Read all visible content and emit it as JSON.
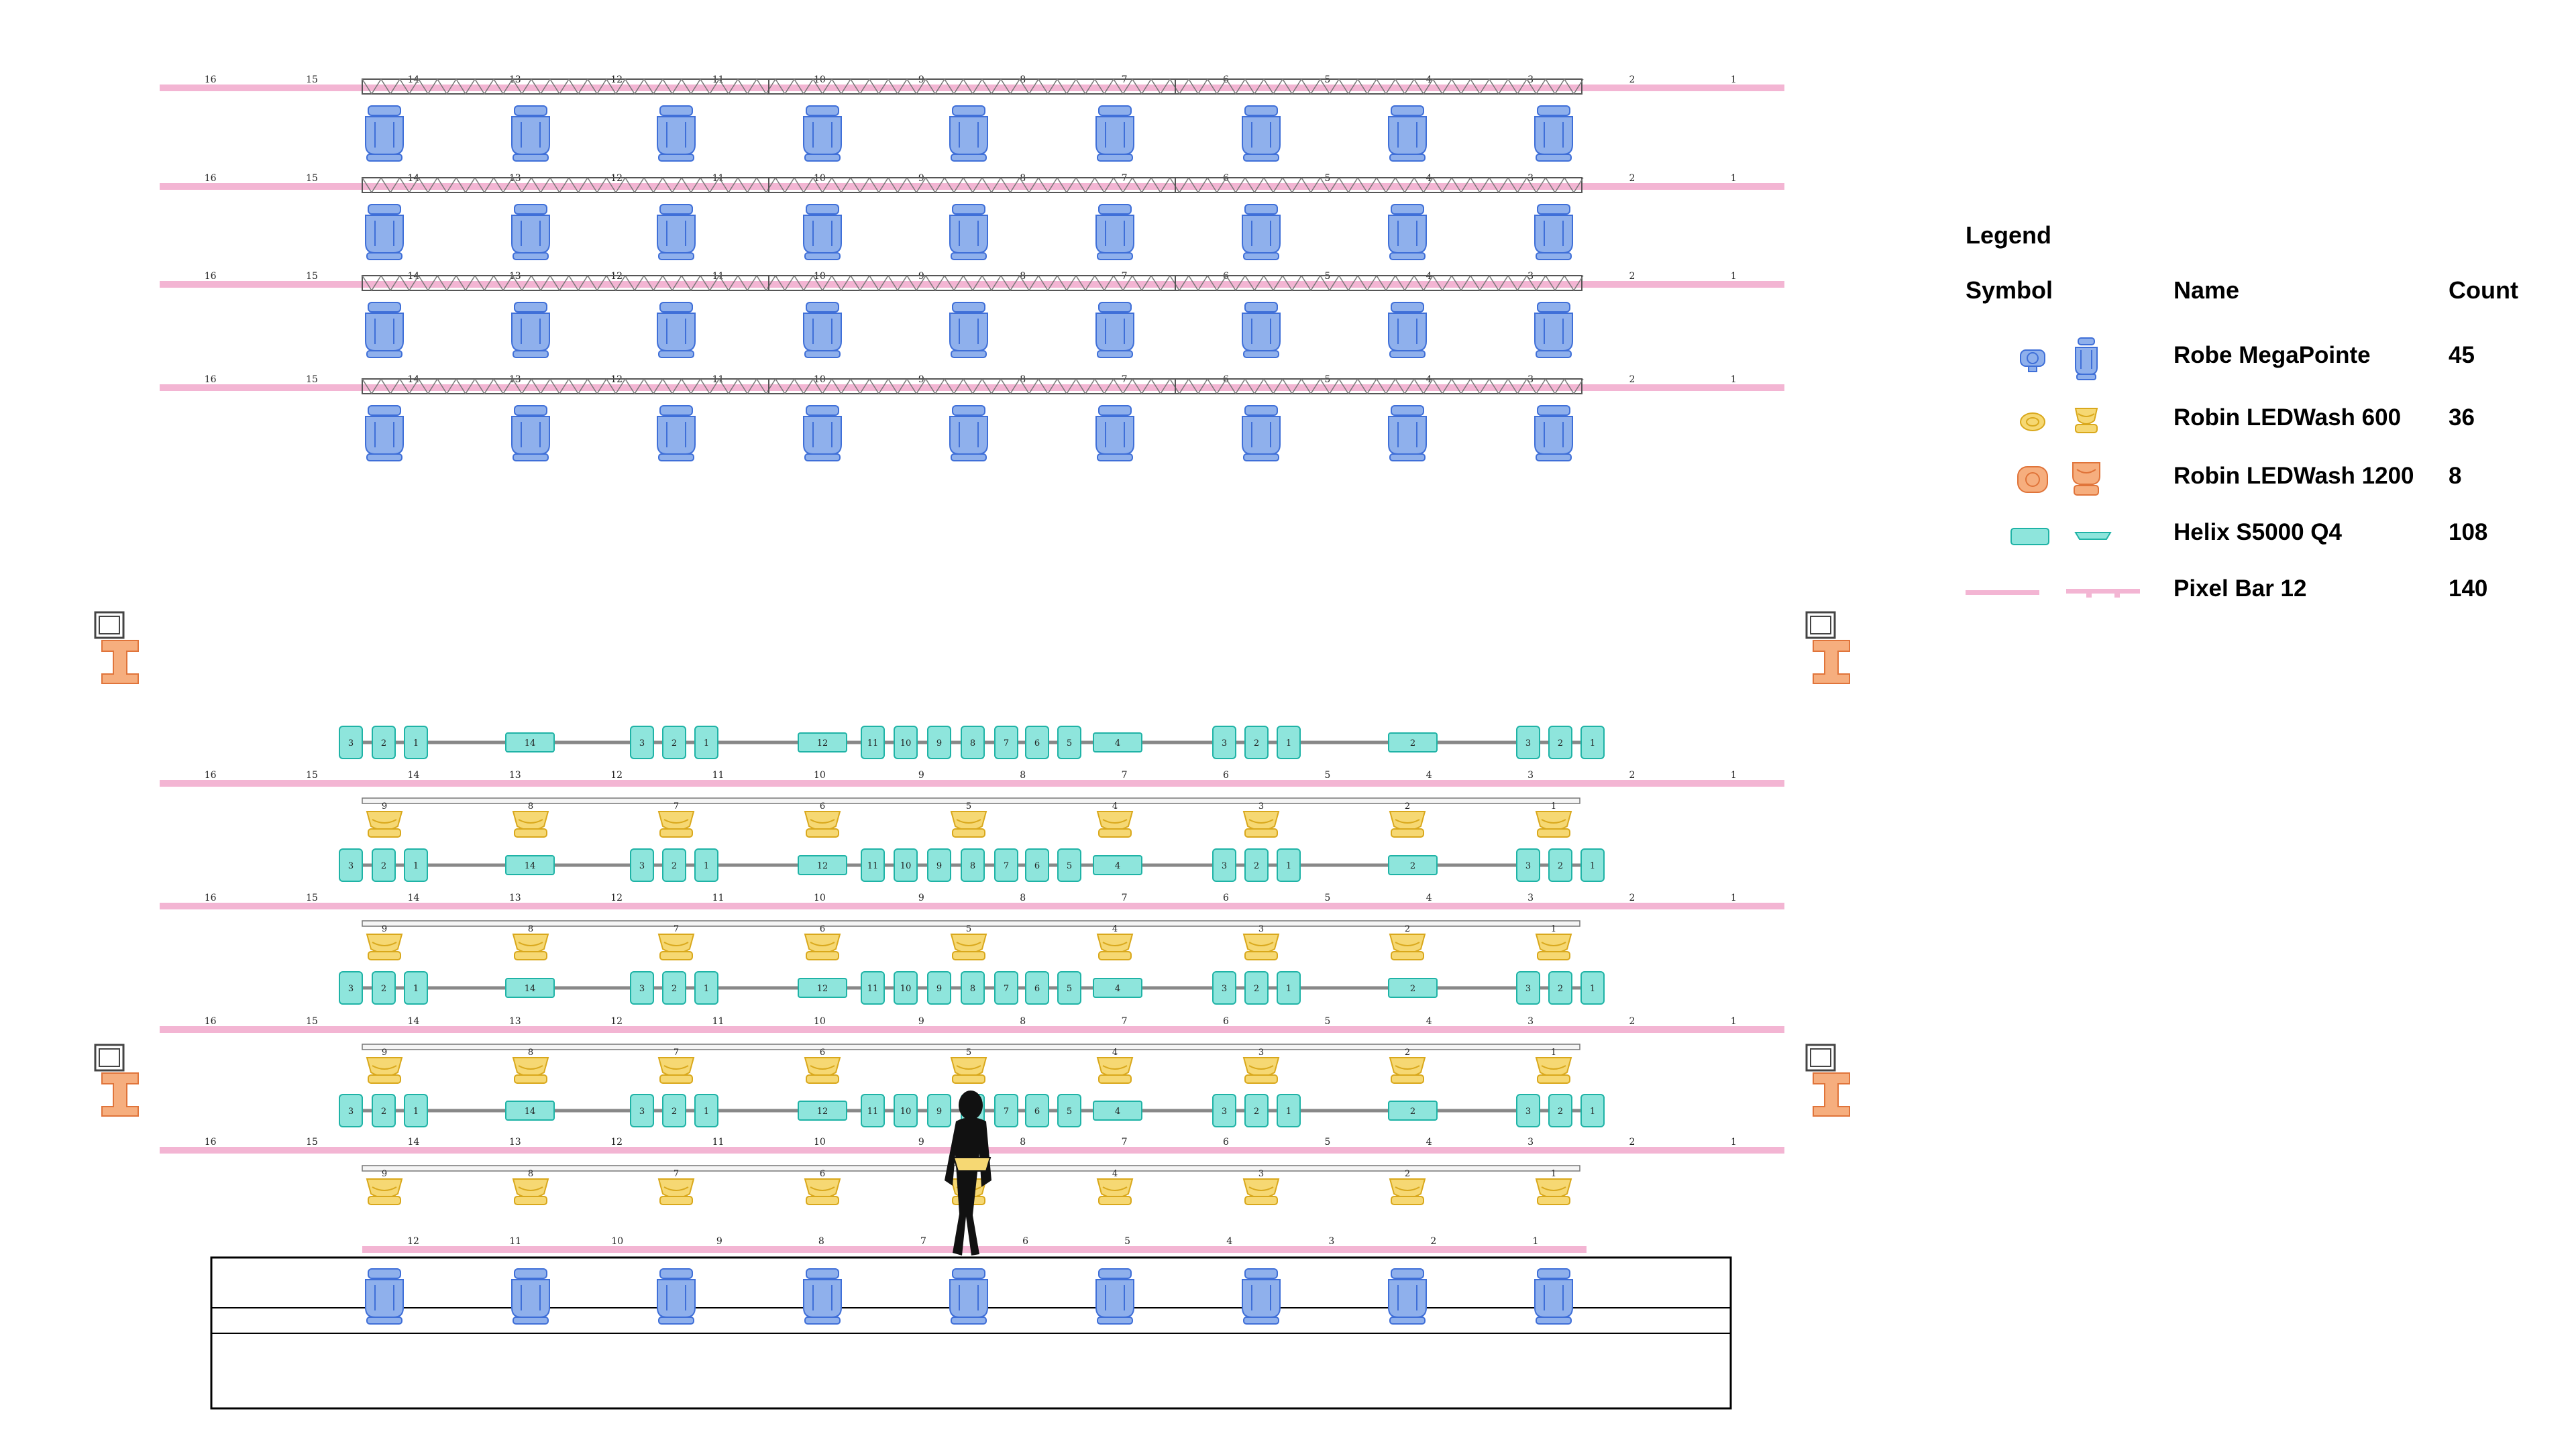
{
  "legend": {
    "title": "Legend",
    "col_symbol": "Symbol",
    "col_name": "Name",
    "col_count": "Count",
    "items": [
      {
        "name": "Robe MegaPointe",
        "count": "45",
        "icon": "moving-head-icon",
        "color": "#8fb0ec"
      },
      {
        "name": "Robin LEDWash 600",
        "count": "36",
        "icon": "wash-600-icon",
        "color": "#f6d873"
      },
      {
        "name": "Robin LEDWash 1200",
        "count": "8",
        "icon": "wash-1200-icon",
        "color": "#f6ae7e"
      },
      {
        "name": "Helix S5000 Q4",
        "count": "108",
        "icon": "helix-icon",
        "color": "#8ee5dc"
      },
      {
        "name": "Pixel Bar 12",
        "count": "140",
        "icon": "pixel-bar-icon",
        "color": "#f3b5d3"
      }
    ]
  },
  "plot": {
    "pixel_bar_labels": [
      "16",
      "15",
      "14",
      "13",
      "12",
      "11",
      "10",
      "9",
      "8",
      "7",
      "6",
      "5",
      "4",
      "3",
      "2",
      "1"
    ],
    "front_pixel_bar_labels": [
      "12",
      "11",
      "10",
      "9",
      "8",
      "7",
      "6",
      "5",
      "4",
      "3",
      "2",
      "1"
    ],
    "wash_labels": [
      "9",
      "8",
      "7",
      "6",
      "5",
      "4",
      "3",
      "2",
      "1"
    ],
    "helix_cluster_a": [
      "3",
      "2",
      "1"
    ],
    "helix_single_a": "14",
    "helix_single_b": "12",
    "helix_cluster_b": [
      "11",
      "10",
      "9",
      "8",
      "7",
      "6",
      "5"
    ],
    "helix_single_c": "4",
    "helix_single_d": "2"
  }
}
